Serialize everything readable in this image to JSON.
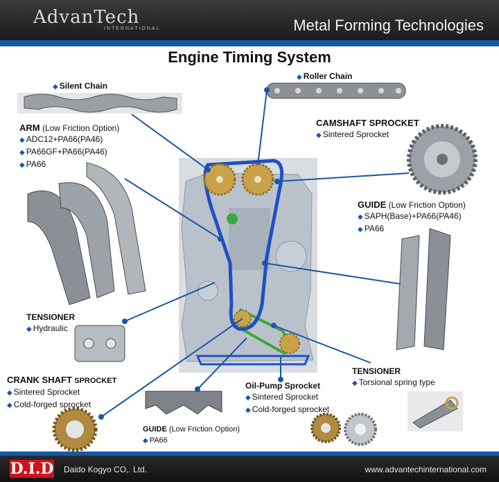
{
  "header": {
    "logo": "AdvanTech",
    "logo_sub": "INTERNATIONAL",
    "tagline": "Metal Forming Technologies"
  },
  "title": "Engine Timing System",
  "labels": {
    "silent_chain": "Silent Chain",
    "roller_chain": "Roller Chain",
    "arm_title": "ARM",
    "arm_option": "(Low Friction Option)",
    "arm_items": [
      "ADC12+PA66(PA46)",
      "PA66GF+PA66(PA46)",
      "PA66"
    ],
    "camshaft_title": "CAMSHAFT SPROCKET",
    "camshaft_items": [
      "Sintered Sprocket"
    ],
    "guide_right_title": "GUIDE",
    "guide_right_option": "(Low Friction Option)",
    "guide_right_items": [
      "SAPH(Base)+PA66(PA46)",
      "PA66"
    ],
    "tensioner_left_title": "TENSIONER",
    "tensioner_left_items": [
      "Hydraulic"
    ],
    "crank_title_a": "CRANK SHAFT",
    "crank_title_b": "SPROCKET",
    "crank_items": [
      "Sintered Sprocket",
      "Cold-forged sprocket"
    ],
    "tensioner_right_title": "TENSIONER",
    "tensioner_right_items": [
      "Torsional spring type"
    ],
    "oilpump_title": "Oil-Pump Sprocket",
    "oilpump_items": [
      "Sintered Sprocket",
      "Cold-forged sprocket"
    ],
    "guide_bottom_title": "GUIDE",
    "guide_bottom_option": "(Low Friction Option)",
    "guide_bottom_items": [
      "PA66"
    ]
  },
  "footer": {
    "brand": "D.I.D",
    "company": "Daido Kogyo CO,. Ltd.",
    "url": "www.advantechinternational.com"
  },
  "colors": {
    "accent_blue": "#1a56a8",
    "brand_red": "#d0121b",
    "sprocket_gold": "#c9a24a",
    "chain_green": "#3aa83a"
  }
}
